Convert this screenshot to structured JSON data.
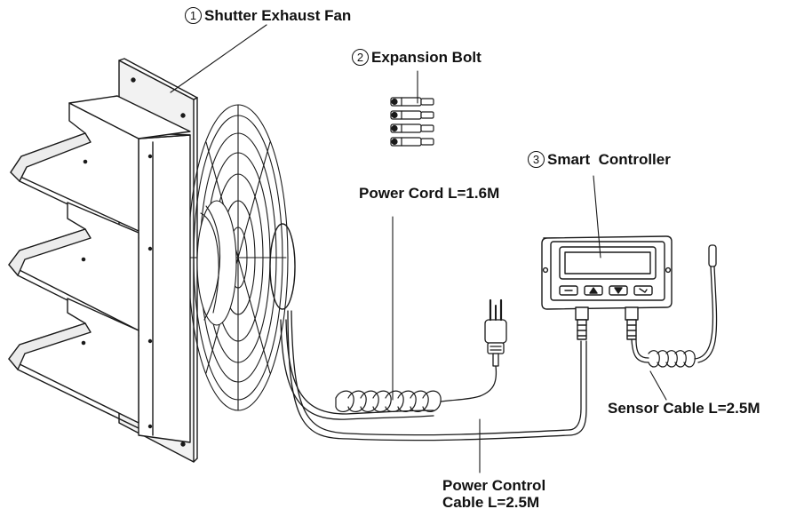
{
  "labels": {
    "fan": {
      "num": "1",
      "text": "Shutter Exhaust Fan"
    },
    "bolt": {
      "num": "2",
      "text": "Expansion Bolt"
    },
    "controller": {
      "num": "3",
      "text": "Smart  Controller"
    },
    "power_cord": "Power Cord L=1.6M",
    "sensor_cable": "Sensor Cable L=2.5M",
    "power_control_line1": "Power Control",
    "power_control_line2": "Cable L=2.5M"
  },
  "controller_buttons": [
    "menu-icon",
    "up-arrow-icon",
    "down-arrow-icon",
    "enter-icon"
  ],
  "colors": {
    "line": "#1a1a1a",
    "fill": "#ffffff",
    "shade": "#e6e6e6"
  }
}
